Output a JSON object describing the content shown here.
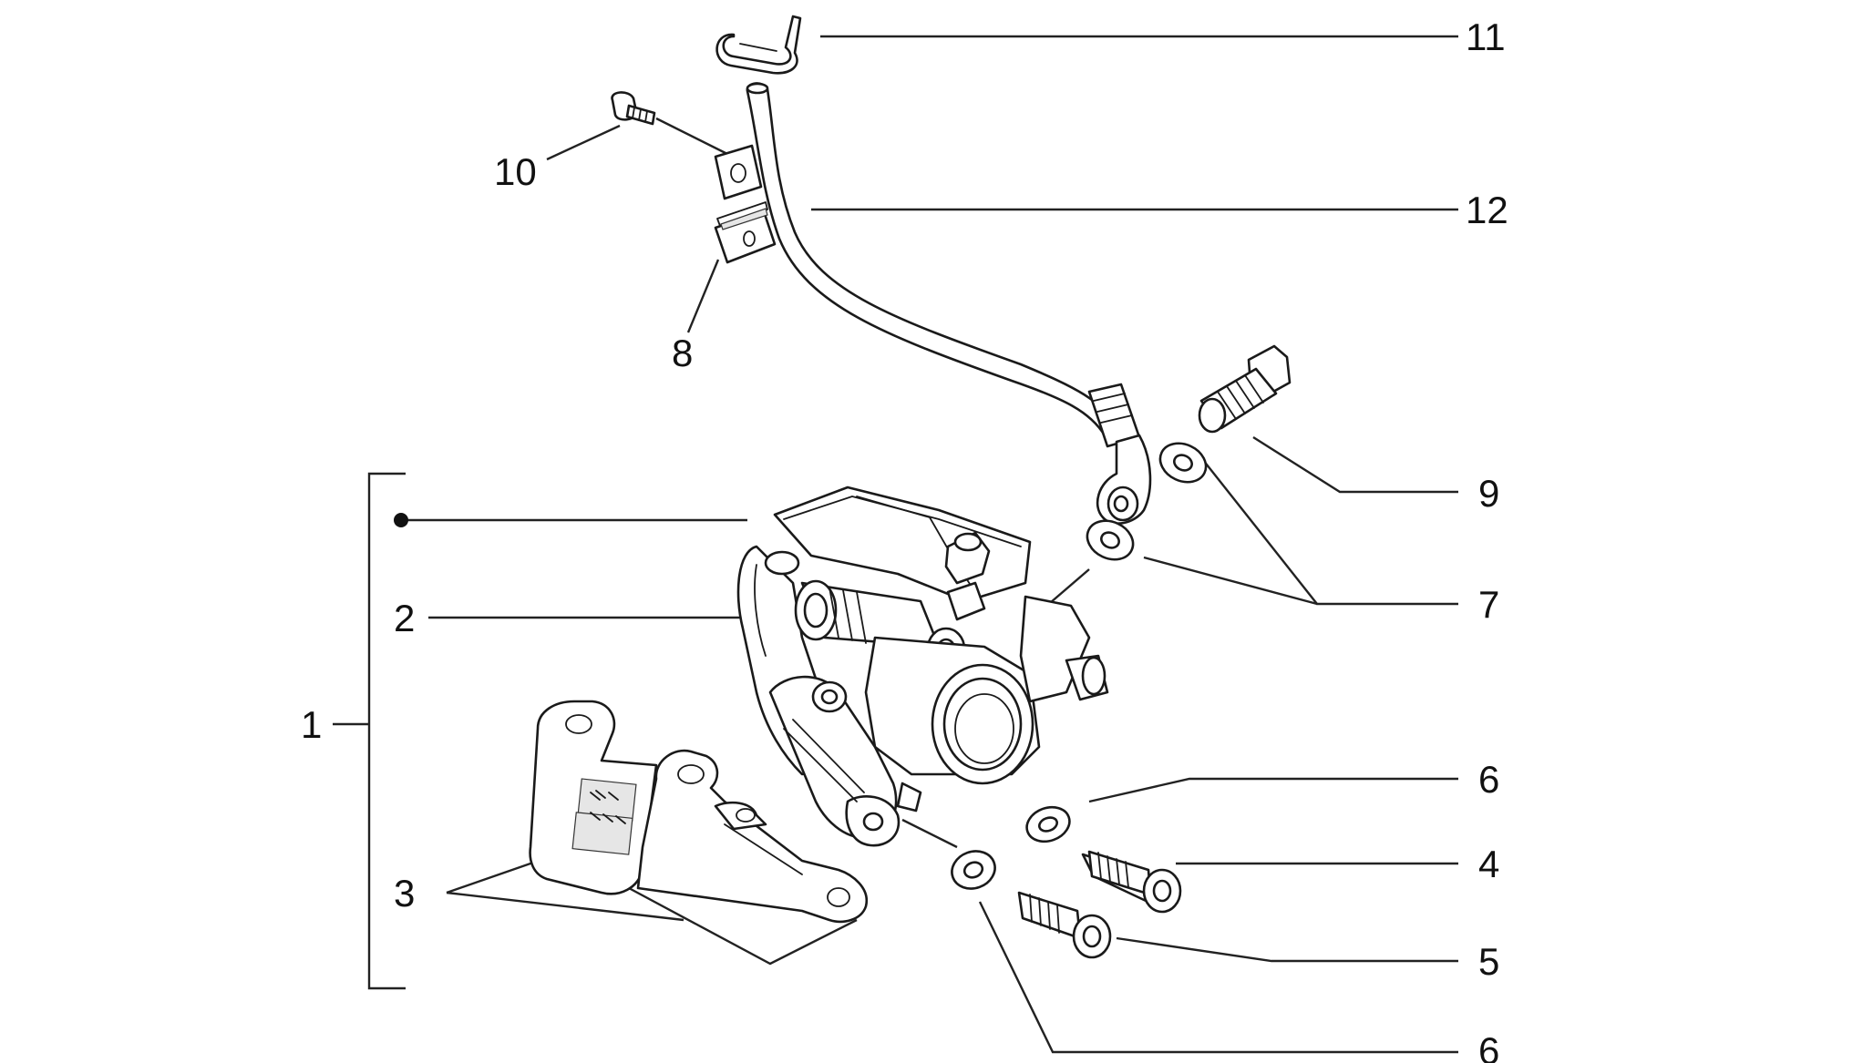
{
  "callouts": {
    "c1": "1",
    "c2": "2",
    "c3": "3",
    "c4": "4",
    "c5": "5",
    "c6a": "6",
    "c6b": "6",
    "c7": "7",
    "c8": "8",
    "c9": "9",
    "c10": "10",
    "c11": "11",
    "c12": "12"
  },
  "colors": {
    "line": "#1a1a1a",
    "background": "#ffffff"
  }
}
